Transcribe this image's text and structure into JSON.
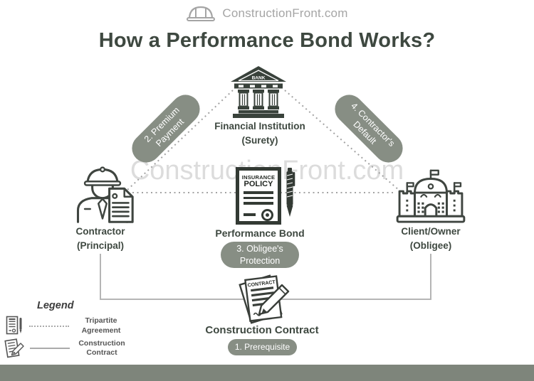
{
  "brand": {
    "name": "ConstructionFront.com",
    "icon": "hard-hat-icon"
  },
  "title": "How a Performance Bond Works?",
  "watermark": "ConstructionFront.com",
  "colors": {
    "dark_text": "#3E4840",
    "icon_dark": "#39423B",
    "pill_background": "#878E84",
    "footer_bar": "#7E857B",
    "connector_solid": "#B5B5B5",
    "connector_dotted": "#A3A3A3",
    "watermark": "#DCDCDC",
    "brand_gray": "#A5A5A5"
  },
  "nodes": {
    "surety": {
      "icon": "bank-icon",
      "icon_text": "BANK",
      "line1": "Financial Institution",
      "line2": "(Surety)"
    },
    "principal": {
      "icon": "contractor-icon",
      "line1": "Contractor",
      "line2": "(Principal)"
    },
    "obligee": {
      "icon": "client-building-icon",
      "line1": "Client/Owner",
      "line2": "(Obligee)"
    },
    "bond": {
      "icon": "insurance-policy-icon",
      "doc_line1": "INSURANCE",
      "doc_line2": "POLICY",
      "label": "Performance Bond"
    },
    "contract": {
      "icon": "contract-icon",
      "doc_text": "CONTRACT",
      "label": "Construction Contract"
    }
  },
  "steps": {
    "s1": {
      "label": "1. Prerequisite"
    },
    "s2": {
      "line1": "2. Premium",
      "line2": "Payment"
    },
    "s3": {
      "line1": "3. Obligee's",
      "line2": "Protection"
    },
    "s4": {
      "line1": "4. Contractor's",
      "line2": "Default"
    }
  },
  "legend": {
    "title": "Legend",
    "items": [
      {
        "line1": "Tripartite",
        "line2": "Agreement",
        "line_style": "dotted",
        "icon": "policy-mini-icon"
      },
      {
        "line1": "Construction",
        "line2": "Contract",
        "line_style": "solid",
        "icon": "contract-mini-icon"
      }
    ]
  }
}
